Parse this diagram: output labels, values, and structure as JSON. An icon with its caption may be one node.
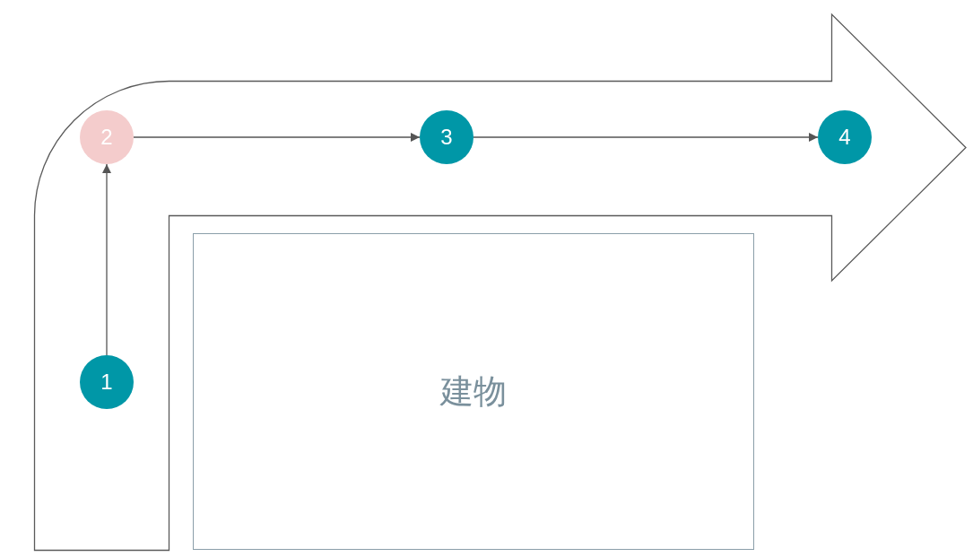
{
  "diagram": {
    "nodes": [
      {
        "text": [
          "1"
        ]
      },
      {
        "text": [
          "2"
        ]
      },
      {
        "text": [
          "3"
        ]
      },
      {
        "text": [
          "4"
        ]
      },
      {
        "text": [
          "建物"
        ]
      }
    ],
    "edges": [
      {
        "from": 0,
        "to": 1,
        "arrow": "to"
      },
      {
        "from": 1,
        "to": 2,
        "arrow": "to"
      },
      {
        "from": 2,
        "to": 3,
        "arrow": "to"
      }
    ]
  }
}
